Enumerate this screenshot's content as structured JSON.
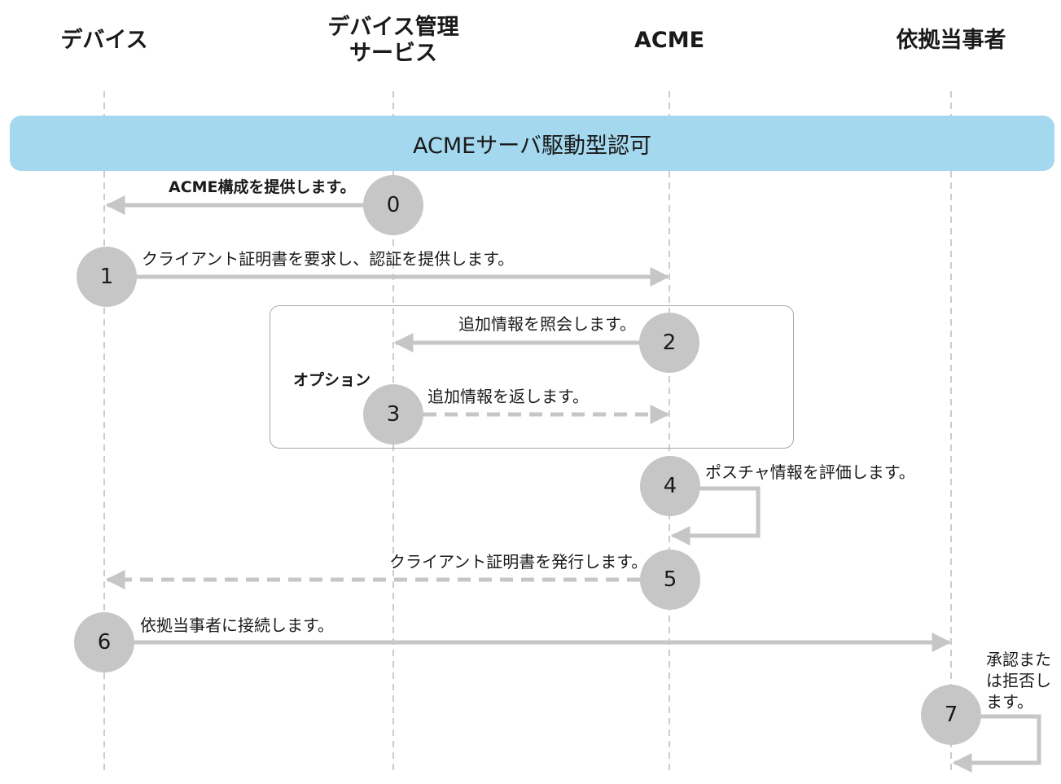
{
  "colors": {
    "band": "#a3d8ee",
    "circle": "#c6c6c6",
    "line": "#c6c6c6",
    "lifeline": "#aaaaaa"
  },
  "participants": [
    {
      "label": "デバイス"
    },
    {
      "label": "デバイス管理\nサービス"
    },
    {
      "label": "ACME"
    },
    {
      "label": "依拠当事者"
    }
  ],
  "band": {
    "label": "ACMEサーバ駆動型認可"
  },
  "option": {
    "label": "オプション"
  },
  "steps": [
    {
      "number": "0",
      "label": "ACME構成を提供します。",
      "style": "solid",
      "from": 1,
      "to": 0
    },
    {
      "number": "1",
      "label": "クライアント証明書を要求し、認証を提供します。",
      "style": "solid",
      "from": 0,
      "to": 2
    },
    {
      "number": "2",
      "label": "追加情報を照会します。",
      "style": "solid",
      "from": 2,
      "to": 1
    },
    {
      "number": "3",
      "label": "追加情報を返します。",
      "style": "dashed",
      "from": 1,
      "to": 2
    },
    {
      "number": "4",
      "label": "ポスチャ情報を評価します。",
      "style": "self",
      "from": 2,
      "to": 2
    },
    {
      "number": "5",
      "label": "クライアント証明書を発行します。",
      "style": "dashed",
      "from": 2,
      "to": 0
    },
    {
      "number": "6",
      "label": "依拠当事者に接続します。",
      "style": "solid",
      "from": 0,
      "to": 3
    },
    {
      "number": "7",
      "label": "承認また\nは拒否し\nます。",
      "style": "self",
      "from": 3,
      "to": 3
    }
  ]
}
